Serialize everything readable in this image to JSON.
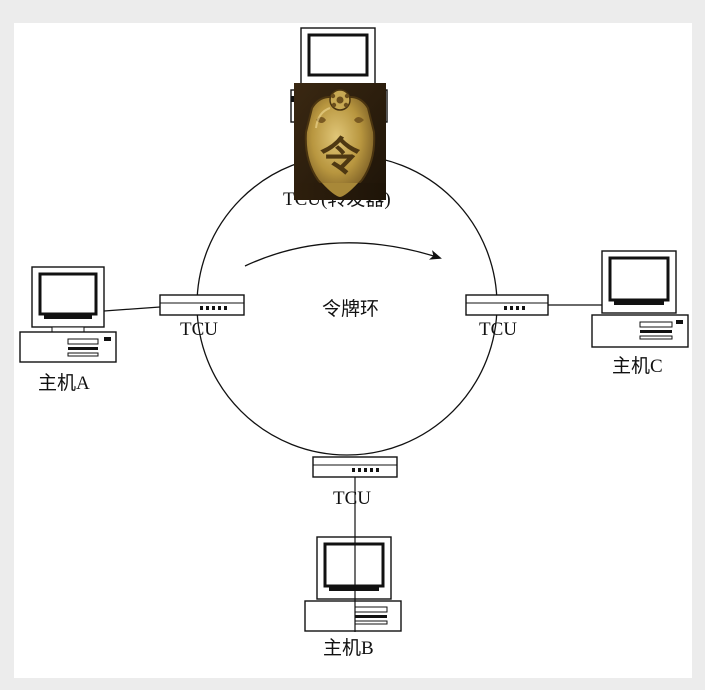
{
  "diagram": {
    "ring_label": "令牌环",
    "top_tcu_label": "TCU(转发器)",
    "tcu_label": "TCU",
    "hosts": {
      "a": "主机A",
      "b": "主机B",
      "c": "主机C"
    },
    "token_image": {
      "char": "令",
      "colors": {
        "bronze_light": "#d3b462",
        "bronze_mid": "#a9873a",
        "bronze_dark": "#5c4418",
        "background": "#2b1c0c"
      }
    },
    "line_color": "#111111"
  }
}
